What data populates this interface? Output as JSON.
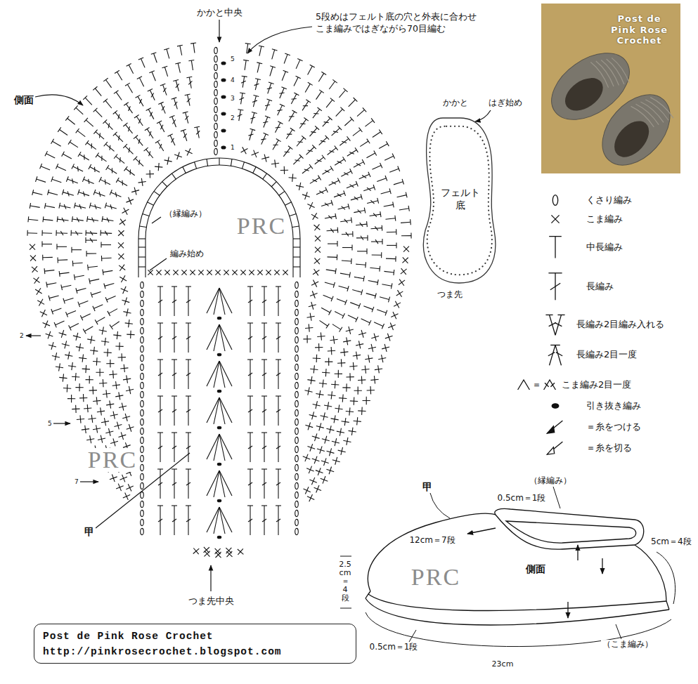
{
  "diagram": {
    "nodes": [
      {
        "text": [
          "Post de Pink Rose Crochet"
        ]
      },
      {
        "text": [
          "フェルト 底"
        ]
      },
      {
        "text": [
          "Post de Pink Rose Crochet",
          "http://pinkrosecrochet.blogspot.com"
        ]
      }
    ],
    "labels": [
      "かかと中央",
      "5段めはフェルト底の穴と外表に合わせ こま編みではぎながら70目編む",
      "側面",
      "5",
      "4",
      "3",
      "2",
      "1",
      "（縁編み）",
      "編み始め",
      "PRC",
      "2",
      "5",
      "PRC",
      "7",
      "甲",
      "つま先中央",
      "かかと",
      "はぎ始め",
      "つま先",
      "＝",
      "甲",
      "（縁編み）",
      "0.5cm＝1段",
      "12cm＝7段",
      "2.5 cm ＝ 4 段",
      "PRC",
      "側面",
      "5cm＝4段",
      "0.5cm＝1段",
      "（こま編み）",
      "23cm"
    ],
    "legend": [
      {
        "text": "くさり編み"
      },
      {
        "text": "こま編み"
      },
      {
        "text": "中長編み"
      },
      {
        "text": "長編み"
      },
      {
        "text": "長編み2目編み入れる"
      },
      {
        "text": "長編み2目一度"
      },
      {
        "text": "こま編み2目一度"
      },
      {
        "text": "引き抜き編み"
      },
      {
        "text": "＝糸をつける"
      },
      {
        "text": "＝糸を切る"
      }
    ]
  }
}
